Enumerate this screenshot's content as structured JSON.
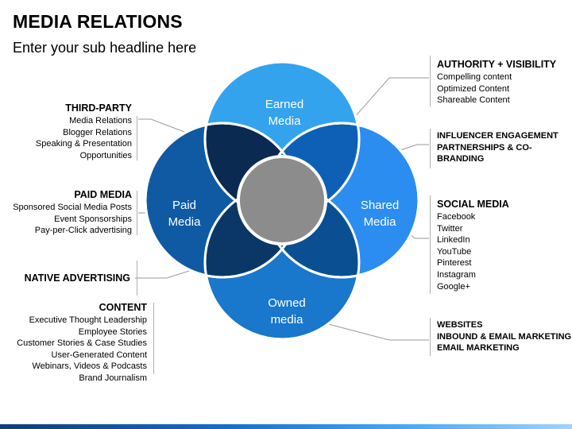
{
  "header": {
    "title": "MEDIA RELATIONS",
    "subtitle": "Enter your sub headline here"
  },
  "circles": {
    "earned": {
      "line1": "Earned",
      "line2": "Media",
      "color": "#34a3ee"
    },
    "shared": {
      "line1": "Shared",
      "line2": "Media",
      "color": "#2b8df0"
    },
    "paid": {
      "line1": "Paid",
      "line2": "Media",
      "color": "#0f5aa3"
    },
    "owned": {
      "line1": "Owned",
      "line2": "media",
      "color": "#1977cc"
    },
    "center_color": "#8c8c8c",
    "overlap_colors": {
      "earned_paid": "#0a2a52",
      "earned_shared": "#0d60b5",
      "shared_owned": "#0b4f93",
      "paid_owned": "#0a3766"
    }
  },
  "left": {
    "third_party": {
      "heading": "THIRD-PARTY",
      "items": [
        "Media Relations",
        "Blogger Relations",
        "Speaking & Presentation",
        "Opportunities"
      ]
    },
    "paid_media": {
      "heading": "PAID MEDIA",
      "items": [
        "Sponsored Social Media Posts",
        "Event Sponsorships",
        "Pay-per-Click advertising"
      ]
    },
    "native": {
      "heading": "NATIVE ADVERTISING"
    },
    "content": {
      "heading": "CONTENT",
      "items": [
        "Executive Thought Leadership",
        "Employee Stories",
        "Customer Stories & Case Studies",
        "User-Generated Content",
        "Webinars, Videos & Podcasts",
        "Brand Journalism"
      ]
    }
  },
  "right": {
    "authority": {
      "heading": "AUTHORITY + VISIBILITY",
      "items": [
        "Compelling content",
        "Optimized Content",
        "Shareable Content"
      ]
    },
    "influencer": {
      "items": [
        "INFLUENCER ENGAGEMENT",
        "PARTNERSHIPS & CO-",
        "BRANDING"
      ]
    },
    "social": {
      "heading": "SOCIAL MEDIA",
      "items": [
        "Facebook",
        "Twitter",
        "LinkedIn",
        "YouTube",
        "Pinterest",
        "Instagram",
        "Google+"
      ]
    },
    "websites": {
      "items": [
        "WEBSITES",
        "INBOUND & EMAIL MARKETING",
        "EMAIL MARKETING"
      ]
    }
  }
}
